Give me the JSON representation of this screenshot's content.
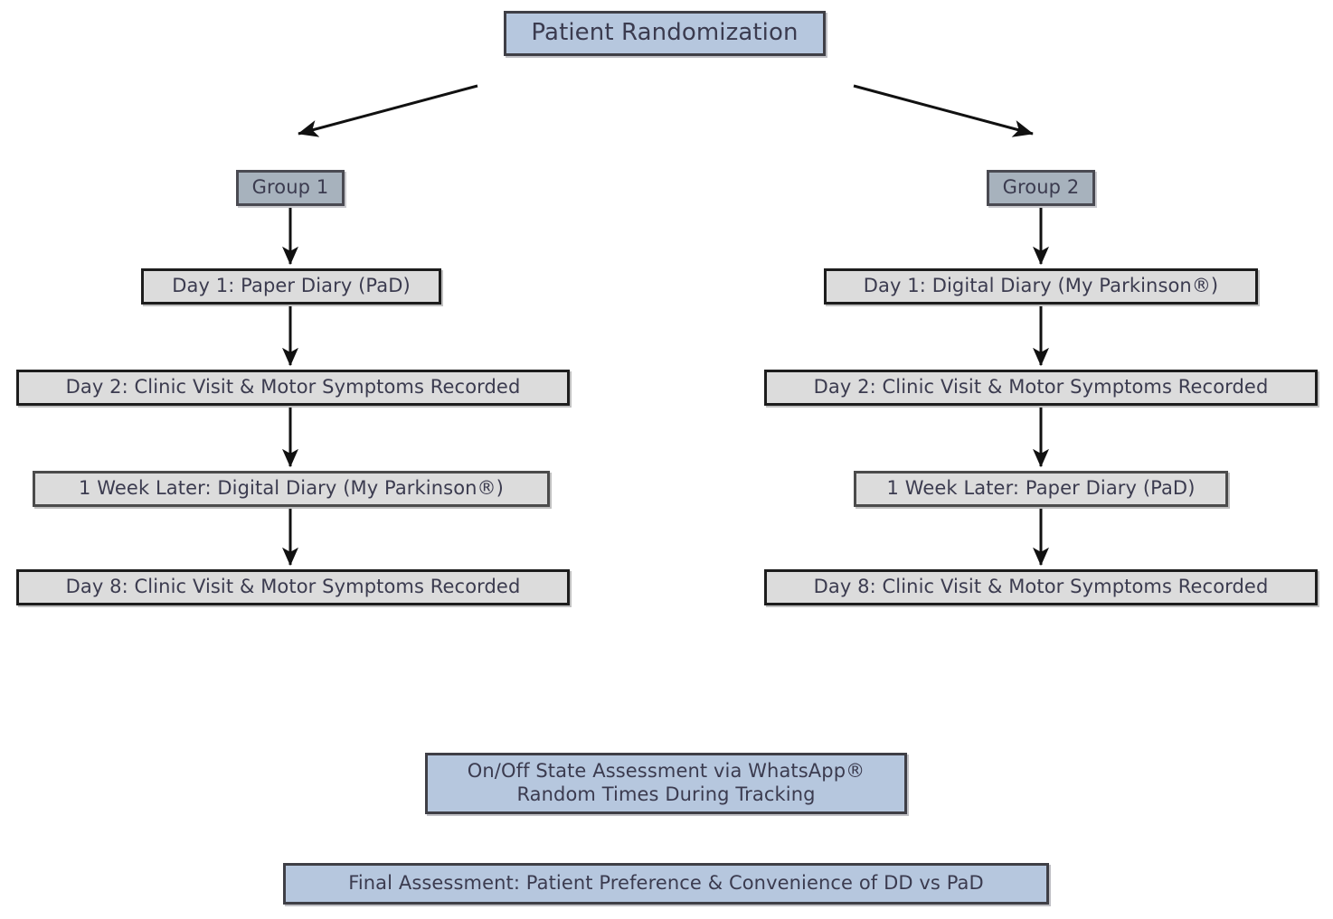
{
  "diagram": {
    "title_node": {
      "label": "Patient Randomization",
      "fill": "#b6c7de"
    },
    "branches": [
      {
        "group_label": "Group 1",
        "steps": [
          "Day 1: Paper Diary (PaD)",
          "Day 2: Clinic Visit & Motor Symptoms Recorded",
          "1 Week Later: Digital Diary (My Parkinson®)",
          "Day 8: Clinic Visit & Motor Symptoms Recorded"
        ]
      },
      {
        "group_label": "Group 2",
        "steps": [
          "Day 1: Digital Diary (My Parkinson®)",
          "Day 2: Clinic Visit & Motor Symptoms Recorded",
          "1 Week Later: Paper Diary (PaD)",
          "Day 8: Clinic Visit & Motor Symptoms Recorded"
        ]
      }
    ],
    "footer_nodes": [
      {
        "label": "On/Off State Assessment via WhatsApp®\nRandom Times During Tracking",
        "fill": "#b6c7de"
      },
      {
        "label": "Final Assessment: Patient Preference & Convenience of DD vs PaD",
        "fill": "#b6c7de"
      }
    ],
    "colors": {
      "blue_fill": "#b6c7de",
      "group_fill": "#a7b2bd",
      "step_fill": "#dcdcdc",
      "text": "#3b3b4f",
      "border_dark": "#1d1d1d",
      "arrow": "#111111"
    }
  }
}
